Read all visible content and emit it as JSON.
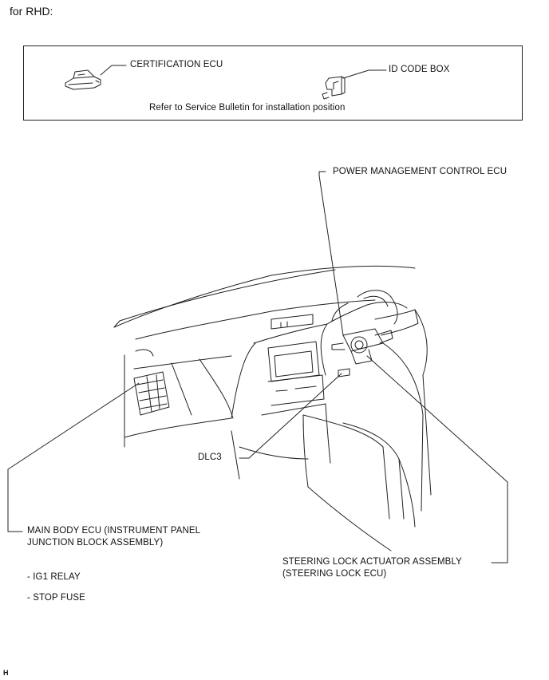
{
  "header": {
    "title": "for RHD:"
  },
  "inset_box": {
    "certification_ecu": "CERTIFICATION ECU",
    "id_code_box": "ID CODE BOX",
    "note": "Refer to Service Bulletin for installation position"
  },
  "labels": {
    "power_management": "POWER MANAGEMENT CONTROL ECU",
    "dlc3": "DLC3",
    "main_body_line1": "MAIN BODY ECU (INSTRUMENT PANEL",
    "main_body_line2": "JUNCTION BLOCK ASSEMBLY)",
    "steering_line1": "STEERING LOCK ACTUATOR ASSEMBLY",
    "steering_line2": "(STEERING LOCK ECU)"
  },
  "sub_items": [
    "- IG1 RELAY",
    "- STOP FUSE"
  ],
  "footer": {
    "code": "H"
  }
}
